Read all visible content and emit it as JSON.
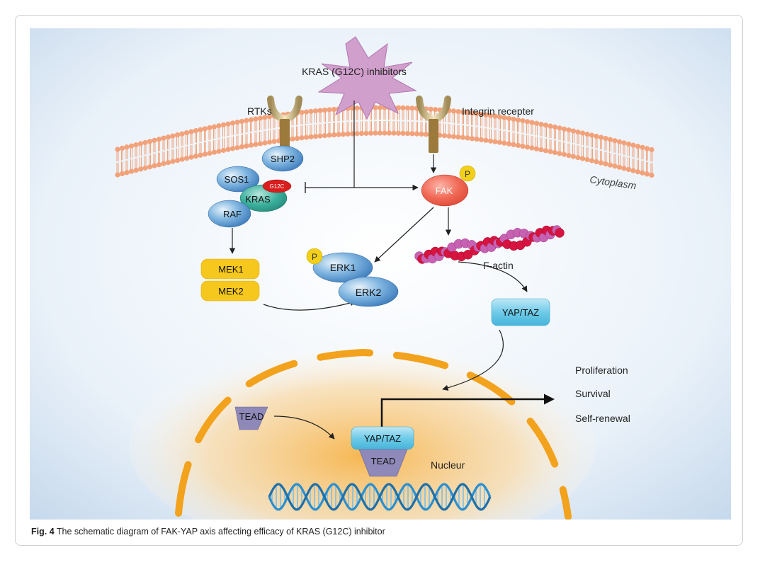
{
  "labels": {
    "inhibitor": "KRAS (G12C) inhibitors",
    "rtks": "RTKs",
    "integrin": "Integrin recepter",
    "cytoplasm": "Cytoplasm",
    "shp2": "SHP2",
    "sos1": "SOS1",
    "kras": "KRAS",
    "g12c": "G12C",
    "raf": "RAF",
    "fak": "FAK",
    "p": "P",
    "mek1": "MEK1",
    "mek2": "MEK2",
    "erk1": "ERK1",
    "erk2": "ERK2",
    "factin": "F-actin",
    "yaptaz": "YAP/TAZ",
    "tead": "TEAD",
    "nucleur": "Nucleur",
    "proliferation": "Proliferation",
    "survival": "Survival",
    "selfrenewal": "Self-renewal"
  },
  "caption": {
    "figure_label": "Fig. 4",
    "text": "The schematic diagram of FAK-YAP axis affecting efficacy of KRAS (G12C) inhibitor"
  },
  "colors": {
    "membrane": "#f2a27a",
    "blue_protein": "#3f86c6",
    "kras_green": "#2a9d8f",
    "fak_red": "#ef5b4c",
    "mek_yellow": "#f6c81e",
    "phospho_yellow": "#f2cf19",
    "yap_cyan": "#5fc4e4",
    "tead_purple": "#8e89b8",
    "actin_red": "#d7143f",
    "actin_pink": "#c762b2",
    "nuclear_orange": "#f2a21c",
    "dna_blue": "#2a8fd0",
    "inhibitor_star": "#c98bc6"
  }
}
